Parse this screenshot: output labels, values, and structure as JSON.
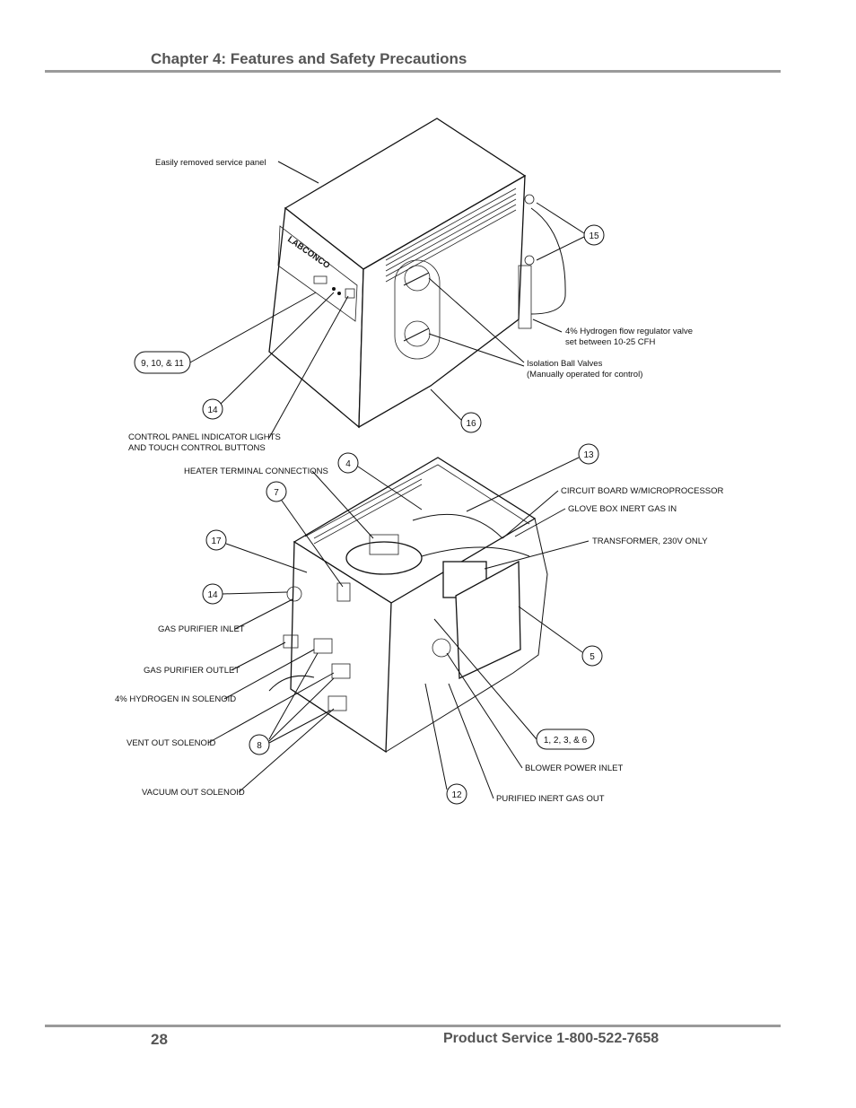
{
  "header": {
    "title": "Chapter 4: Features and Safety Precautions"
  },
  "footer": {
    "page_number": "28",
    "service": "Product Service 1-800-522-7658"
  },
  "figure": {
    "top_unit": {
      "brand": "LABCONCO",
      "labels": {
        "service_panel": "Easily removed service panel",
        "hydrogen_valve_1": "4% Hydrogen flow regulator valve",
        "hydrogen_valve_2": "set between 10-25 CFH",
        "ball_valves_1": "Isolation Ball Valves",
        "ball_valves_2": "(Manually operated for control)",
        "control_panel_1": "CONTROL PANEL INDICATOR LIGHTS",
        "control_panel_2": "AND TOUCH CONTROL BUTTONS"
      },
      "callouts": {
        "c15": "15",
        "c9_10_11": "9, 10, & 11",
        "c14": "14",
        "c16": "16"
      }
    },
    "bottom_unit": {
      "labels": {
        "heater_terminal": "HEATER TERMINAL CONNECTIONS",
        "circuit_board": "CIRCUIT BOARD W/MICROPROCESSOR",
        "glove_box_in": "GLOVE BOX INERT GAS IN",
        "transformer": "TRANSFORMER, 230V ONLY",
        "purifier_inlet": "GAS PURIFIER INLET",
        "purifier_outlet": "GAS PURIFIER OUTLET",
        "hydrogen_in": "4% HYDROGEN IN SOLENOID",
        "vent_out": "VENT OUT SOLENOID",
        "vacuum_out": "VACUUM OUT SOLENOID",
        "blower_power": "BLOWER POWER INLET",
        "purified_out": "PURIFIED INERT GAS OUT"
      },
      "callouts": {
        "c4": "4",
        "c13": "13",
        "c7": "7",
        "c17": "17",
        "c14": "14",
        "c5": "5",
        "c1_2_3_6": "1, 2, 3, & 6",
        "c8": "8",
        "c12": "12"
      }
    }
  }
}
